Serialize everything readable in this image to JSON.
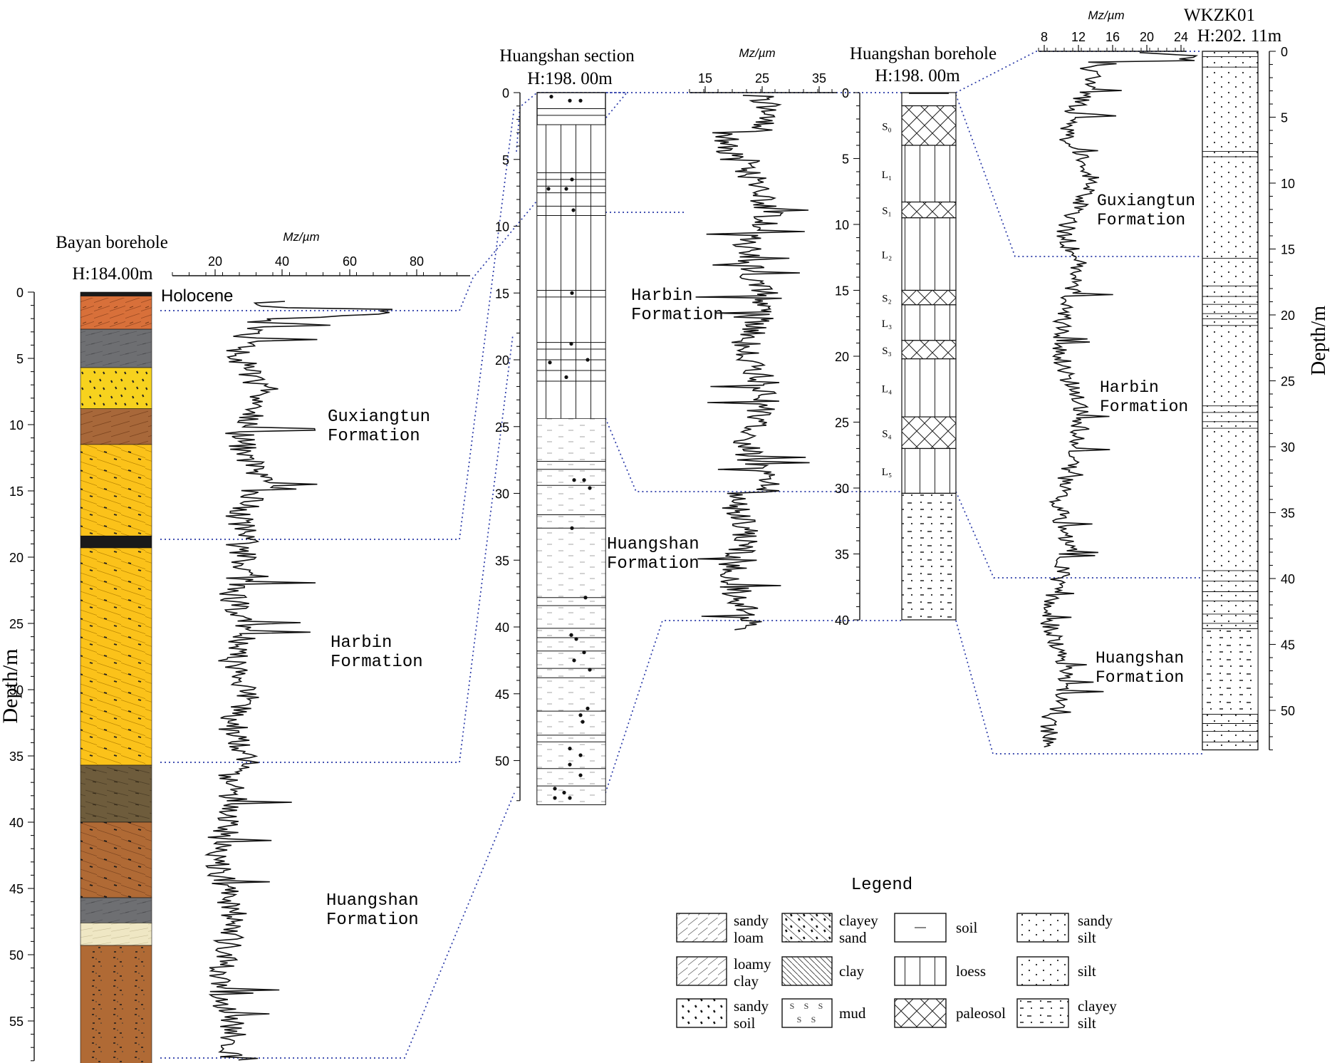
{
  "bayan": {
    "title": "Bayan borehole",
    "elevation": "H:184.00m",
    "axis_label": "Depth/m",
    "depth_ticks": [
      "0",
      "5",
      "10",
      "15",
      "20",
      "25",
      "30",
      "35",
      "40",
      "45",
      "50",
      "55"
    ],
    "mz_label": "Mz/µm",
    "mz_ticks": [
      "20",
      "40",
      "60",
      "80"
    ],
    "holocene": "Holocene",
    "formations": {
      "guxiangtun": [
        "Guxiangtun",
        "Formation"
      ],
      "harbin": [
        "Harbin",
        "Formation"
      ],
      "huangshan": [
        "Huangshan",
        "Formation"
      ]
    },
    "layers": [
      {
        "top": 0,
        "bottom": 0.3,
        "type": "soil-black"
      },
      {
        "top": 0.3,
        "bottom": 2.8,
        "type": "sandy-loam"
      },
      {
        "top": 2.8,
        "bottom": 5.7,
        "type": "mud"
      },
      {
        "top": 5.7,
        "bottom": 8.8,
        "type": "sandy-soil"
      },
      {
        "top": 8.8,
        "bottom": 11.5,
        "type": "loamy-clay"
      },
      {
        "top": 11.5,
        "bottom": 18.4,
        "type": "clayey-sand"
      },
      {
        "top": 18.4,
        "bottom": 19.3,
        "type": "soil-black"
      },
      {
        "top": 19.3,
        "bottom": 35.7,
        "type": "clayey-sand"
      },
      {
        "top": 35.7,
        "bottom": 40.0,
        "type": "dark-olive"
      },
      {
        "top": 40.0,
        "bottom": 45.7,
        "type": "clayey-sand-brown"
      },
      {
        "top": 45.7,
        "bottom": 47.6,
        "type": "mud"
      },
      {
        "top": 47.6,
        "bottom": 49.3,
        "type": "cream"
      },
      {
        "top": 49.3,
        "bottom": 58.5,
        "type": "silt-brown"
      }
    ]
  },
  "section": {
    "title": "Huangshan section",
    "elevation": "H:198. 00m",
    "depth_ticks": [
      "0",
      "5",
      "10",
      "15",
      "20",
      "25",
      "30",
      "35",
      "40",
      "45",
      "50"
    ],
    "mz_label": "Mz/µm",
    "mz_ticks": [
      "15",
      "25",
      "35"
    ],
    "formations": {
      "harbin": [
        "Harbin",
        "Formation"
      ],
      "huangshan": [
        "Huangshan",
        "Formation"
      ]
    }
  },
  "borehole": {
    "title": "Huangshan borehole",
    "elevation": "H:198. 00m",
    "depth_ticks": [
      "0",
      "5",
      "10",
      "15",
      "20",
      "25",
      "30",
      "35",
      "40"
    ],
    "units": [
      {
        "label": "S₀",
        "top": 1.0,
        "bottom": 4.0,
        "type": "paleosol"
      },
      {
        "label": "L₁",
        "top": 4.0,
        "bottom": 8.3,
        "type": "loess"
      },
      {
        "label": "S₁",
        "top": 8.3,
        "bottom": 9.5,
        "type": "paleosol"
      },
      {
        "label": "L₂",
        "top": 9.5,
        "bottom": 15.0,
        "type": "loess"
      },
      {
        "label": "S₂",
        "top": 15.0,
        "bottom": 16.1,
        "type": "paleosol"
      },
      {
        "label": "L₃",
        "top": 16.1,
        "bottom": 18.8,
        "type": "loess"
      },
      {
        "label": "S₃",
        "top": 18.8,
        "bottom": 20.2,
        "type": "paleosol"
      },
      {
        "label": "L₄",
        "top": 20.2,
        "bottom": 24.6,
        "type": "loess"
      },
      {
        "label": "S₄",
        "top": 24.6,
        "bottom": 27.0,
        "type": "paleosol"
      },
      {
        "label": "L₅",
        "top": 27.0,
        "bottom": 30.4,
        "type": "loess"
      }
    ]
  },
  "wkzk": {
    "title": "WKZK01",
    "elevation": "H:202. 11m",
    "axis_label": "Depth/m",
    "depth_ticks": [
      "0",
      "5",
      "10",
      "15",
      "20",
      "25",
      "30",
      "35",
      "40",
      "45",
      "50"
    ],
    "mz_label": "Mz/µm",
    "mz_ticks": [
      "8",
      "12",
      "16",
      "20",
      "24"
    ],
    "formations": {
      "guxiangtun": [
        "Guxiangtun",
        "Formation"
      ],
      "harbin": [
        "Harbin",
        "Formation"
      ],
      "huangshan": [
        "Huangshan",
        "Formation"
      ]
    }
  },
  "legend": {
    "title": "Legend",
    "items": [
      {
        "key": "sandy-loam",
        "label": [
          "sandy",
          "loam"
        ]
      },
      {
        "key": "clayey-sand",
        "label": [
          "clayey",
          "sand"
        ]
      },
      {
        "key": "soil",
        "label": [
          "soil"
        ]
      },
      {
        "key": "sandy-silt",
        "label": [
          "sandy",
          "silt"
        ]
      },
      {
        "key": "loamy-clay",
        "label": [
          "loamy",
          "clay"
        ]
      },
      {
        "key": "clay",
        "label": [
          "clay"
        ]
      },
      {
        "key": "loess",
        "label": [
          "loess"
        ]
      },
      {
        "key": "silt",
        "label": [
          "silt"
        ]
      },
      {
        "key": "sandy-soil",
        "label": [
          "sandy",
          "soil"
        ]
      },
      {
        "key": "mud",
        "label": [
          "mud"
        ]
      },
      {
        "key": "paleosol",
        "label": [
          "paleosol"
        ]
      },
      {
        "key": "clayey-silt",
        "label": [
          "clayey",
          "silt"
        ]
      }
    ]
  },
  "colors": {
    "black": "#1a1a1a",
    "sandy_loam": "#d8703a",
    "mud": "#6e6f72",
    "sandy_soil": "#f7d21e",
    "loamy_clay": "#a8683a",
    "clayey_sand": "#fbc21a",
    "clayey_sand_light": "#fdc93a",
    "dark_olive": "#6e5c3c",
    "brown": "#b06a35",
    "cream": "#efe7c4",
    "connector": "#2a3aa8"
  }
}
